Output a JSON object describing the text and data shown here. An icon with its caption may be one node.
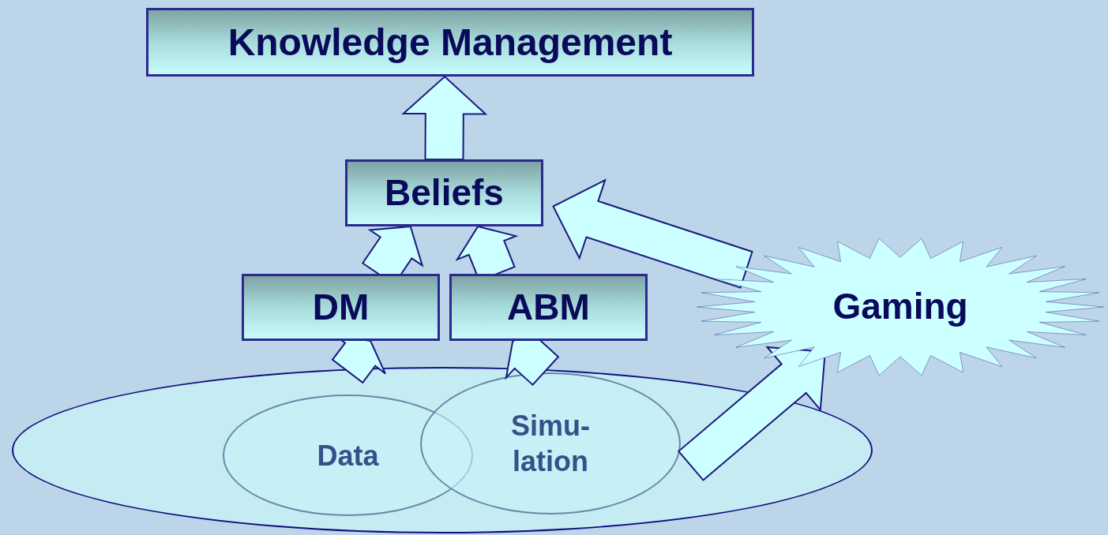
{
  "diagram": {
    "nodes": [
      {
        "text": [
          "Knowledge Management"
        ]
      },
      {
        "text": [
          "Beliefs"
        ]
      },
      {
        "text": [
          "DM"
        ]
      },
      {
        "text": [
          "ABM"
        ]
      },
      {
        "text": [
          "Gaming"
        ]
      },
      {
        "text": [],
        "shape": "ellipse"
      },
      {
        "text": [
          "Data"
        ],
        "in": 5
      },
      {
        "text": [
          "Simu- lation"
        ],
        "in": 5
      }
    ],
    "edges": [
      {
        "from": 1,
        "to": 0,
        "arrow": "to"
      },
      {
        "from": 6,
        "to": 2,
        "arrow": "to"
      },
      {
        "from": 2,
        "to": 1,
        "arrow": "to"
      },
      {
        "from": 7,
        "to": 3,
        "arrow": "to"
      },
      {
        "from": 3,
        "to": 1,
        "arrow": "to"
      },
      {
        "from": 4,
        "to": 1,
        "arrow": "to"
      },
      {
        "from": 7,
        "to": 4,
        "arrow": "to"
      }
    ]
  }
}
